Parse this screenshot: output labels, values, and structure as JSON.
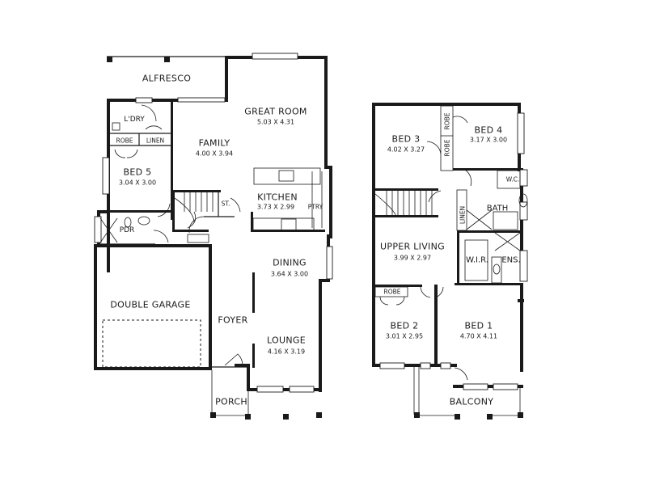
{
  "ground_floor": {
    "rooms": {
      "alfresco": {
        "name": "ALFRESCO"
      },
      "great_room": {
        "name": "GREAT ROOM",
        "dims": "5.03 X 4.31"
      },
      "laundry": {
        "name": "L'DRY"
      },
      "robe": {
        "name": "ROBE"
      },
      "linen": {
        "name": "LINEN"
      },
      "family": {
        "name": "FAMILY",
        "dims": "4.00 X 3.94"
      },
      "bed5": {
        "name": "BED 5",
        "dims": "3.04 X 3.00"
      },
      "store": {
        "name": "ST."
      },
      "kitchen": {
        "name": "KITCHEN",
        "dims": "3.73 X 2.99"
      },
      "pantry": {
        "name": "PTRY"
      },
      "powder": {
        "name": "PDR"
      },
      "dining": {
        "name": "DINING",
        "dims": "3.64 X 3.00"
      },
      "double_garage": {
        "name": "DOUBLE GARAGE"
      },
      "foyer": {
        "name": "FOYER"
      },
      "lounge": {
        "name": "LOUNGE",
        "dims": "4.16 X 3.19"
      },
      "porch": {
        "name": "PORCH"
      }
    }
  },
  "upper_floor": {
    "rooms": {
      "bed3": {
        "name": "BED 3",
        "dims": "4.02 X 3.27"
      },
      "robe_a": {
        "name": "ROBE"
      },
      "robe_b": {
        "name": "ROBE"
      },
      "bed4": {
        "name": "BED 4",
        "dims": "3.17 X 3.00"
      },
      "wc": {
        "name": "W.C."
      },
      "bath": {
        "name": "BATH"
      },
      "linen": {
        "name": "LINEN"
      },
      "upper_living": {
        "name": "UPPER LIVING",
        "dims": "3.99 X 2.97"
      },
      "wir": {
        "name": "W.I.R."
      },
      "ensuite": {
        "name": "ENS."
      },
      "robe_c": {
        "name": "ROBE"
      },
      "bed2": {
        "name": "BED 2",
        "dims": "3.01 X 2.95"
      },
      "bed1": {
        "name": "BED 1",
        "dims": "4.70 X 4.11"
      },
      "balcony": {
        "name": "BALCONY"
      }
    }
  },
  "colors": {
    "ink": "#1a1a1a",
    "paper": "#ffffff"
  }
}
